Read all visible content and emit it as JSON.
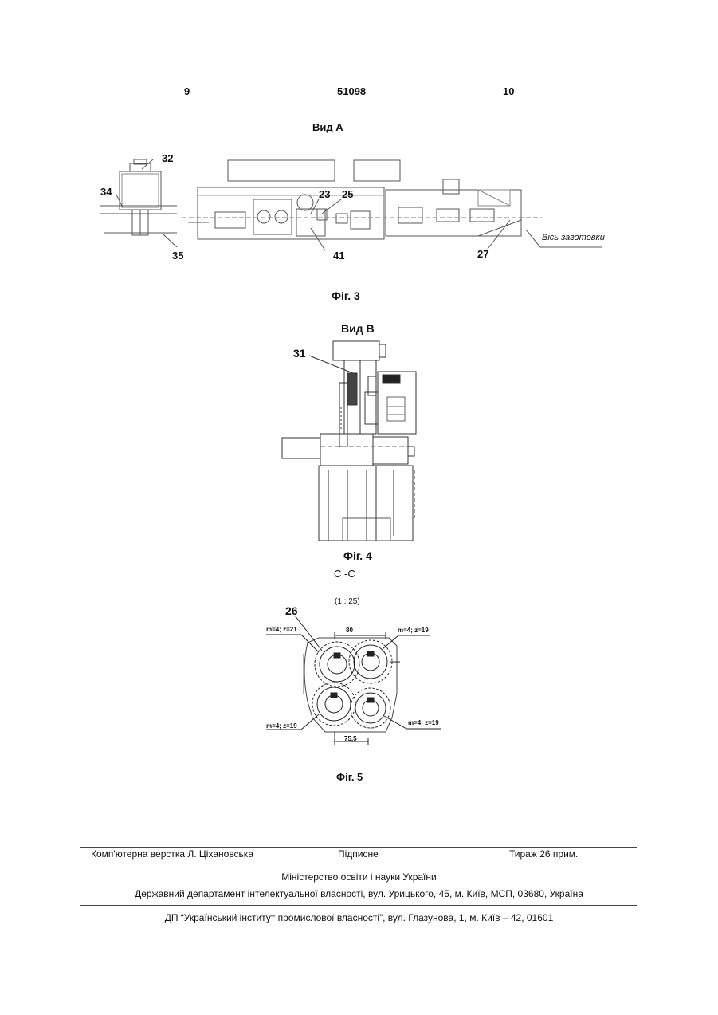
{
  "header": {
    "page_left": "9",
    "patent_number": "51098",
    "page_right": "10"
  },
  "fig3": {
    "view_title": "Вид А",
    "labels": {
      "l32": "32",
      "l34": "34",
      "l35": "35",
      "l23": "23",
      "l25": "25",
      "l41": "41",
      "l27": "27"
    },
    "axis_label": "Вісь заготовки",
    "caption": "Фіг. 3"
  },
  "fig4": {
    "view_title": "Вид В",
    "labels": {
      "l31": "31"
    },
    "caption": "Фіг. 4"
  },
  "fig5": {
    "section_title": "С -С",
    "scale": "(1 : 25)",
    "labels": {
      "l26": "26",
      "gear_tl": "m=4; z=21",
      "gear_tr": "m=4; z=19",
      "gear_bl": "m=4; z=19",
      "gear_br": "m=4; z=19",
      "dim_top": "80",
      "dim_bottom": "75,5"
    },
    "caption": "Фіг. 5"
  },
  "footer": {
    "layout": "Комп'ютерна верстка Л. Ціхановська",
    "signed": "Підписне",
    "circulation": "Тираж 26 прим.",
    "ministry": "Міністерство освіти і науки України",
    "department": "Державний департамент інтелектуальної власності, вул. Урицького, 45, м. Київ, МСП, 03680, Україна",
    "institute": "ДП “Український інститут промислової власності”, вул. Глазунова, 1, м. Київ – 42, 01601"
  }
}
